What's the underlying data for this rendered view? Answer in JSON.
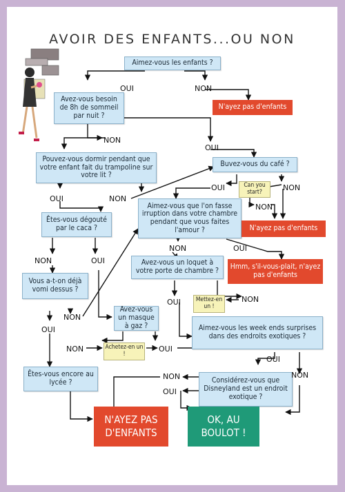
{
  "title": "AVOIR DES ENFANTS...OU NON",
  "labels": {
    "yes": "OUI",
    "no": "NON"
  },
  "questions": {
    "like_kids": "Aimez-vous les enfants ?",
    "sleep": "Avez-vous besoin de 8h de sommeil par nuit ?",
    "trampoline": "Pouvez-vous dormir pendant que votre enfant fait du trampoline sur votre lit ?",
    "coffee": "Buvez-vous du café ?",
    "can_start": "Can you start?",
    "irruption": "Aimez-vous que l'on fasse irruption dans votre chambre pendant que vous faites l'amour ?",
    "poop": "Êtes-vous dégouté par le caca ?",
    "lock": "Avez-vous un loquet à votre porte de chambre ?",
    "vomit": "Vous a-t-on déjà vomi dessus ?",
    "put_one": "Mettez-en un !",
    "gas_mask": "Avez-vous un masque à gaz ?",
    "weekends": "Aimez-vous les week ends surprises dans des endroits exotiques ?",
    "buy_one": "Achetez-en un !",
    "high_school": "Êtes-vous encore au lycée ?",
    "disneyland": "Considérez-vous que Disneyland est un endroit exotique ?"
  },
  "outcomes": {
    "no_kids_1": "N'ayez pas d'enfants",
    "no_kids_2": "N'ayez pas d'enfants",
    "please_no": "Hmm, s'il-vous-plait, n'ayez pas d'enfants",
    "final_no": "N'AYEZ PAS D'ENFANTS",
    "final_yes": "OK, AU BOULOT !"
  },
  "colors": {
    "question_box": "#cfe7f6",
    "negative": "#e2492d",
    "positive": "#1f9a78",
    "note": "#f7f3b9",
    "frame": "#c9b3d3"
  }
}
